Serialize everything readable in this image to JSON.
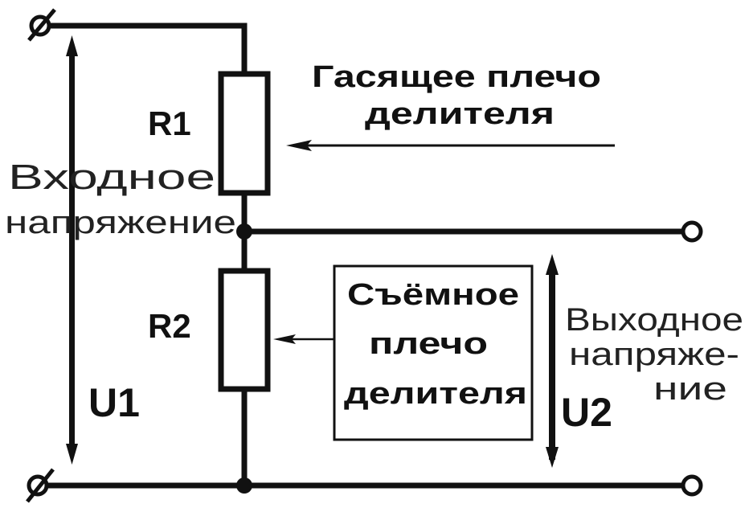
{
  "diagram": {
    "resistor_top": "R1",
    "resistor_bottom": "R2",
    "input_voltage_symbol": "U1",
    "output_voltage_symbol": "U2",
    "input_label_line1": "Входное",
    "input_label_line2": "напряжение",
    "top_arm_line1": "Гасящее плечо",
    "top_arm_line2": "делителя",
    "bottom_arm_line1": "Съёмное",
    "bottom_arm_line2": "плечо",
    "bottom_arm_line3": "делителя",
    "output_label_line1": "Выходное",
    "output_label_line2": "напряже-",
    "output_label_line3": "ние"
  }
}
